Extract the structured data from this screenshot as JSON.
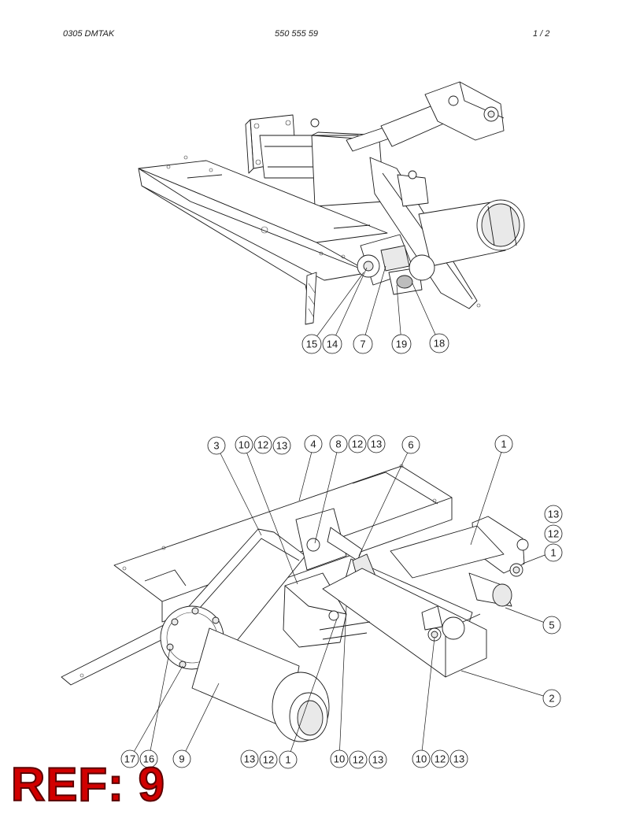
{
  "header": {
    "doc_code": "0305 DMTAK",
    "part_number": "550 555 59",
    "page": "1 /   2"
  },
  "views": [
    {
      "name": "top-view",
      "callouts": [
        "15",
        "14",
        "7",
        "19",
        "18"
      ]
    },
    {
      "name": "bottom-view",
      "callouts": [
        "3",
        "10",
        "12",
        "13",
        "4",
        "8",
        "12",
        "13",
        "6",
        "1",
        "13",
        "12",
        "1",
        "5",
        "2",
        "17",
        "16",
        "9",
        "13",
        "12",
        "1",
        "10",
        "12",
        "13",
        "10",
        "12",
        "13"
      ]
    }
  ],
  "reference": "REF: 9"
}
